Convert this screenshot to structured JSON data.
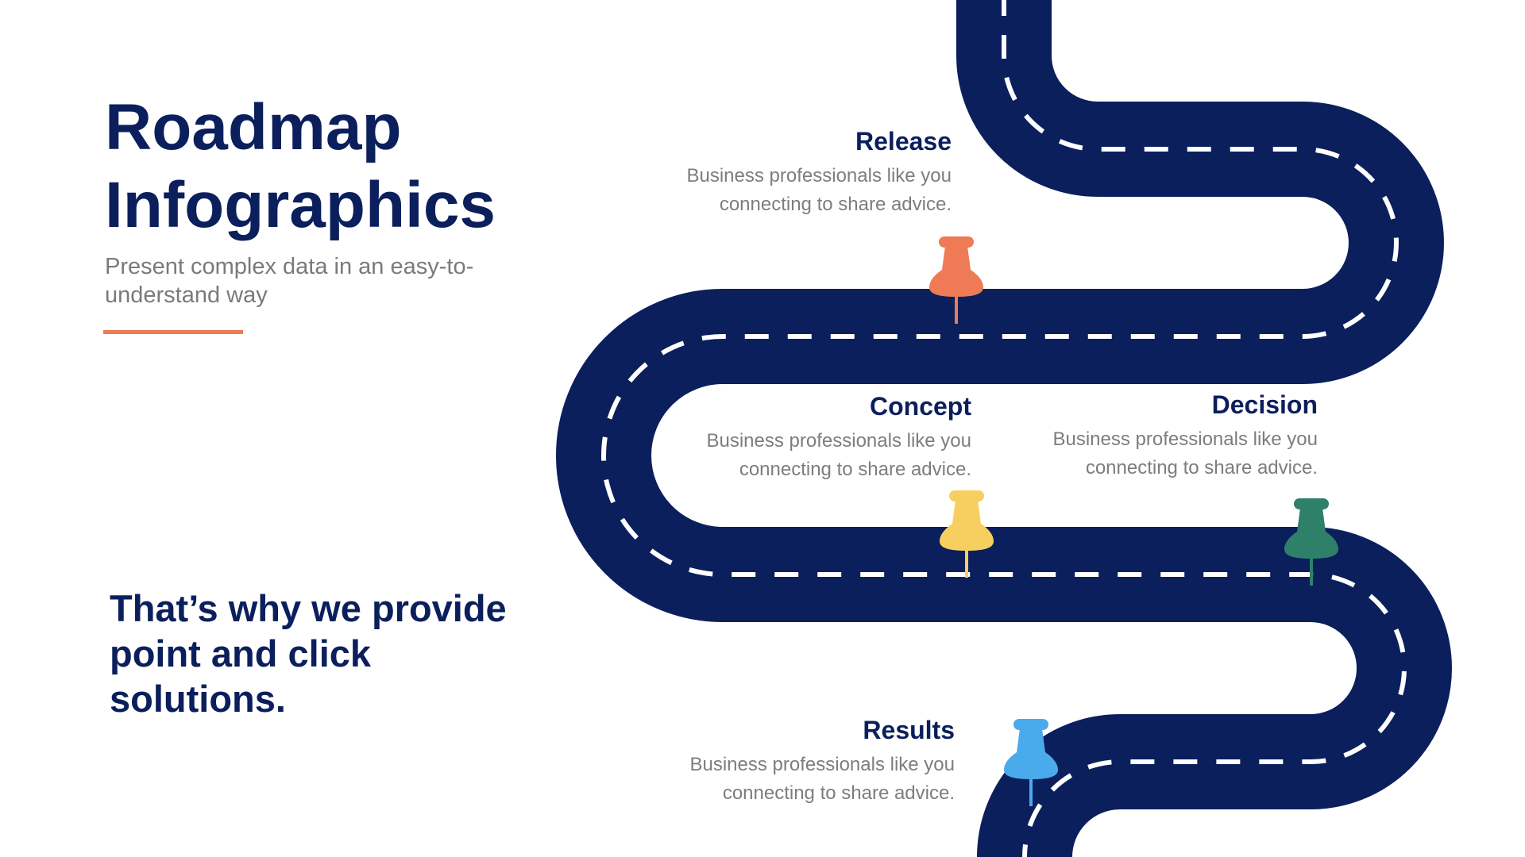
{
  "header": {
    "title_line1": "Roadmap",
    "title_line2": "Infographics",
    "subtitle": "Present complex data in an easy-to-understand way"
  },
  "tagline": "That’s why we provide point and click solutions.",
  "colors": {
    "navy": "#0b1f5c",
    "road": "#0a1f5c",
    "accent": "#ee7b55",
    "text_gray": "#7d7d7d"
  },
  "milestones": [
    {
      "title": "Release",
      "description": "Business professionals like you connecting to share advice.",
      "pin_color": "#ee7b55",
      "pin_icon": "pushpin-icon"
    },
    {
      "title": "Concept",
      "description": "Business professionals like you connecting to share advice.",
      "pin_color": "#f7cf60",
      "pin_icon": "pushpin-icon"
    },
    {
      "title": "Decision",
      "description": "Business professionals like you connecting to share advice.",
      "pin_color": "#2e8068",
      "pin_icon": "pushpin-icon"
    },
    {
      "title": "Results",
      "description": "Business professionals like you connecting to share advice.",
      "pin_color": "#4aabec",
      "pin_icon": "pushpin-icon"
    }
  ]
}
